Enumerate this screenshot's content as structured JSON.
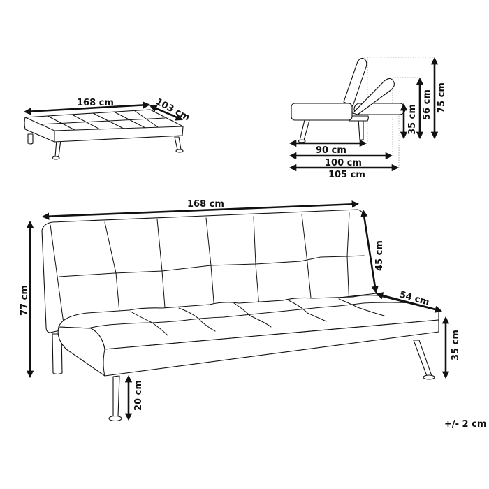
{
  "colors": {
    "line": "#111111",
    "guide": "#9a9a9a",
    "background": "#ffffff"
  },
  "views": {
    "bed_mode": {
      "width_label": "168 cm",
      "depth_label": "103 cm"
    },
    "side_profile": {
      "seat_depth_label": "90 cm",
      "mid_recline_depth_label": "100 cm",
      "flat_depth_label": "105 cm",
      "flat_height_label": "35 cm",
      "mid_recline_height_label": "56 cm",
      "upright_height_label": "75 cm"
    },
    "sofa_mode": {
      "width_label": "168 cm",
      "total_height_label": "77 cm",
      "backrest_height_label": "45 cm",
      "seat_depth_label": "54 cm",
      "seat_height_label": "35 cm",
      "leg_height_label": "20 cm"
    }
  },
  "tolerance_note": "+/- 2 cm"
}
